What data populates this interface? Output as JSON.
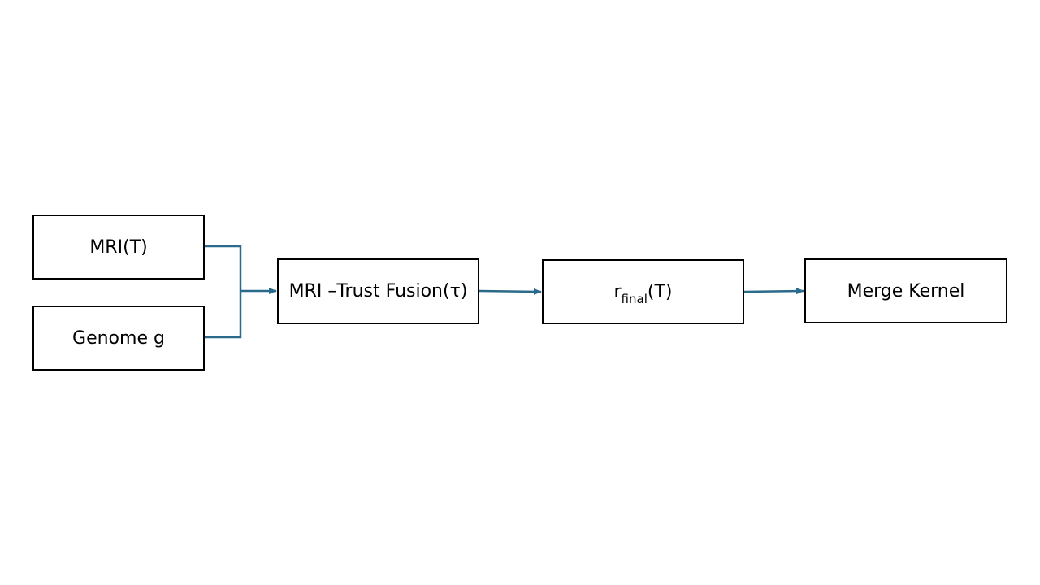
{
  "colors": {
    "connector": "#2a6a8a",
    "box_border": "#000000",
    "background": "#ffffff"
  },
  "nodes": {
    "mri": {
      "label": "MRI(T)"
    },
    "genome": {
      "label": "Genome g"
    },
    "fusion": {
      "label": "MRI –Trust Fusion(τ)"
    },
    "rfinal": {
      "base": "r",
      "subscript": "final",
      "suffix": "(T)"
    },
    "merge": {
      "label": "Merge Kernel"
    }
  },
  "edges": [
    {
      "from": "mri",
      "to": "fusion"
    },
    {
      "from": "genome",
      "to": "fusion"
    },
    {
      "from": "fusion",
      "to": "rfinal"
    },
    {
      "from": "rfinal",
      "to": "merge"
    }
  ]
}
